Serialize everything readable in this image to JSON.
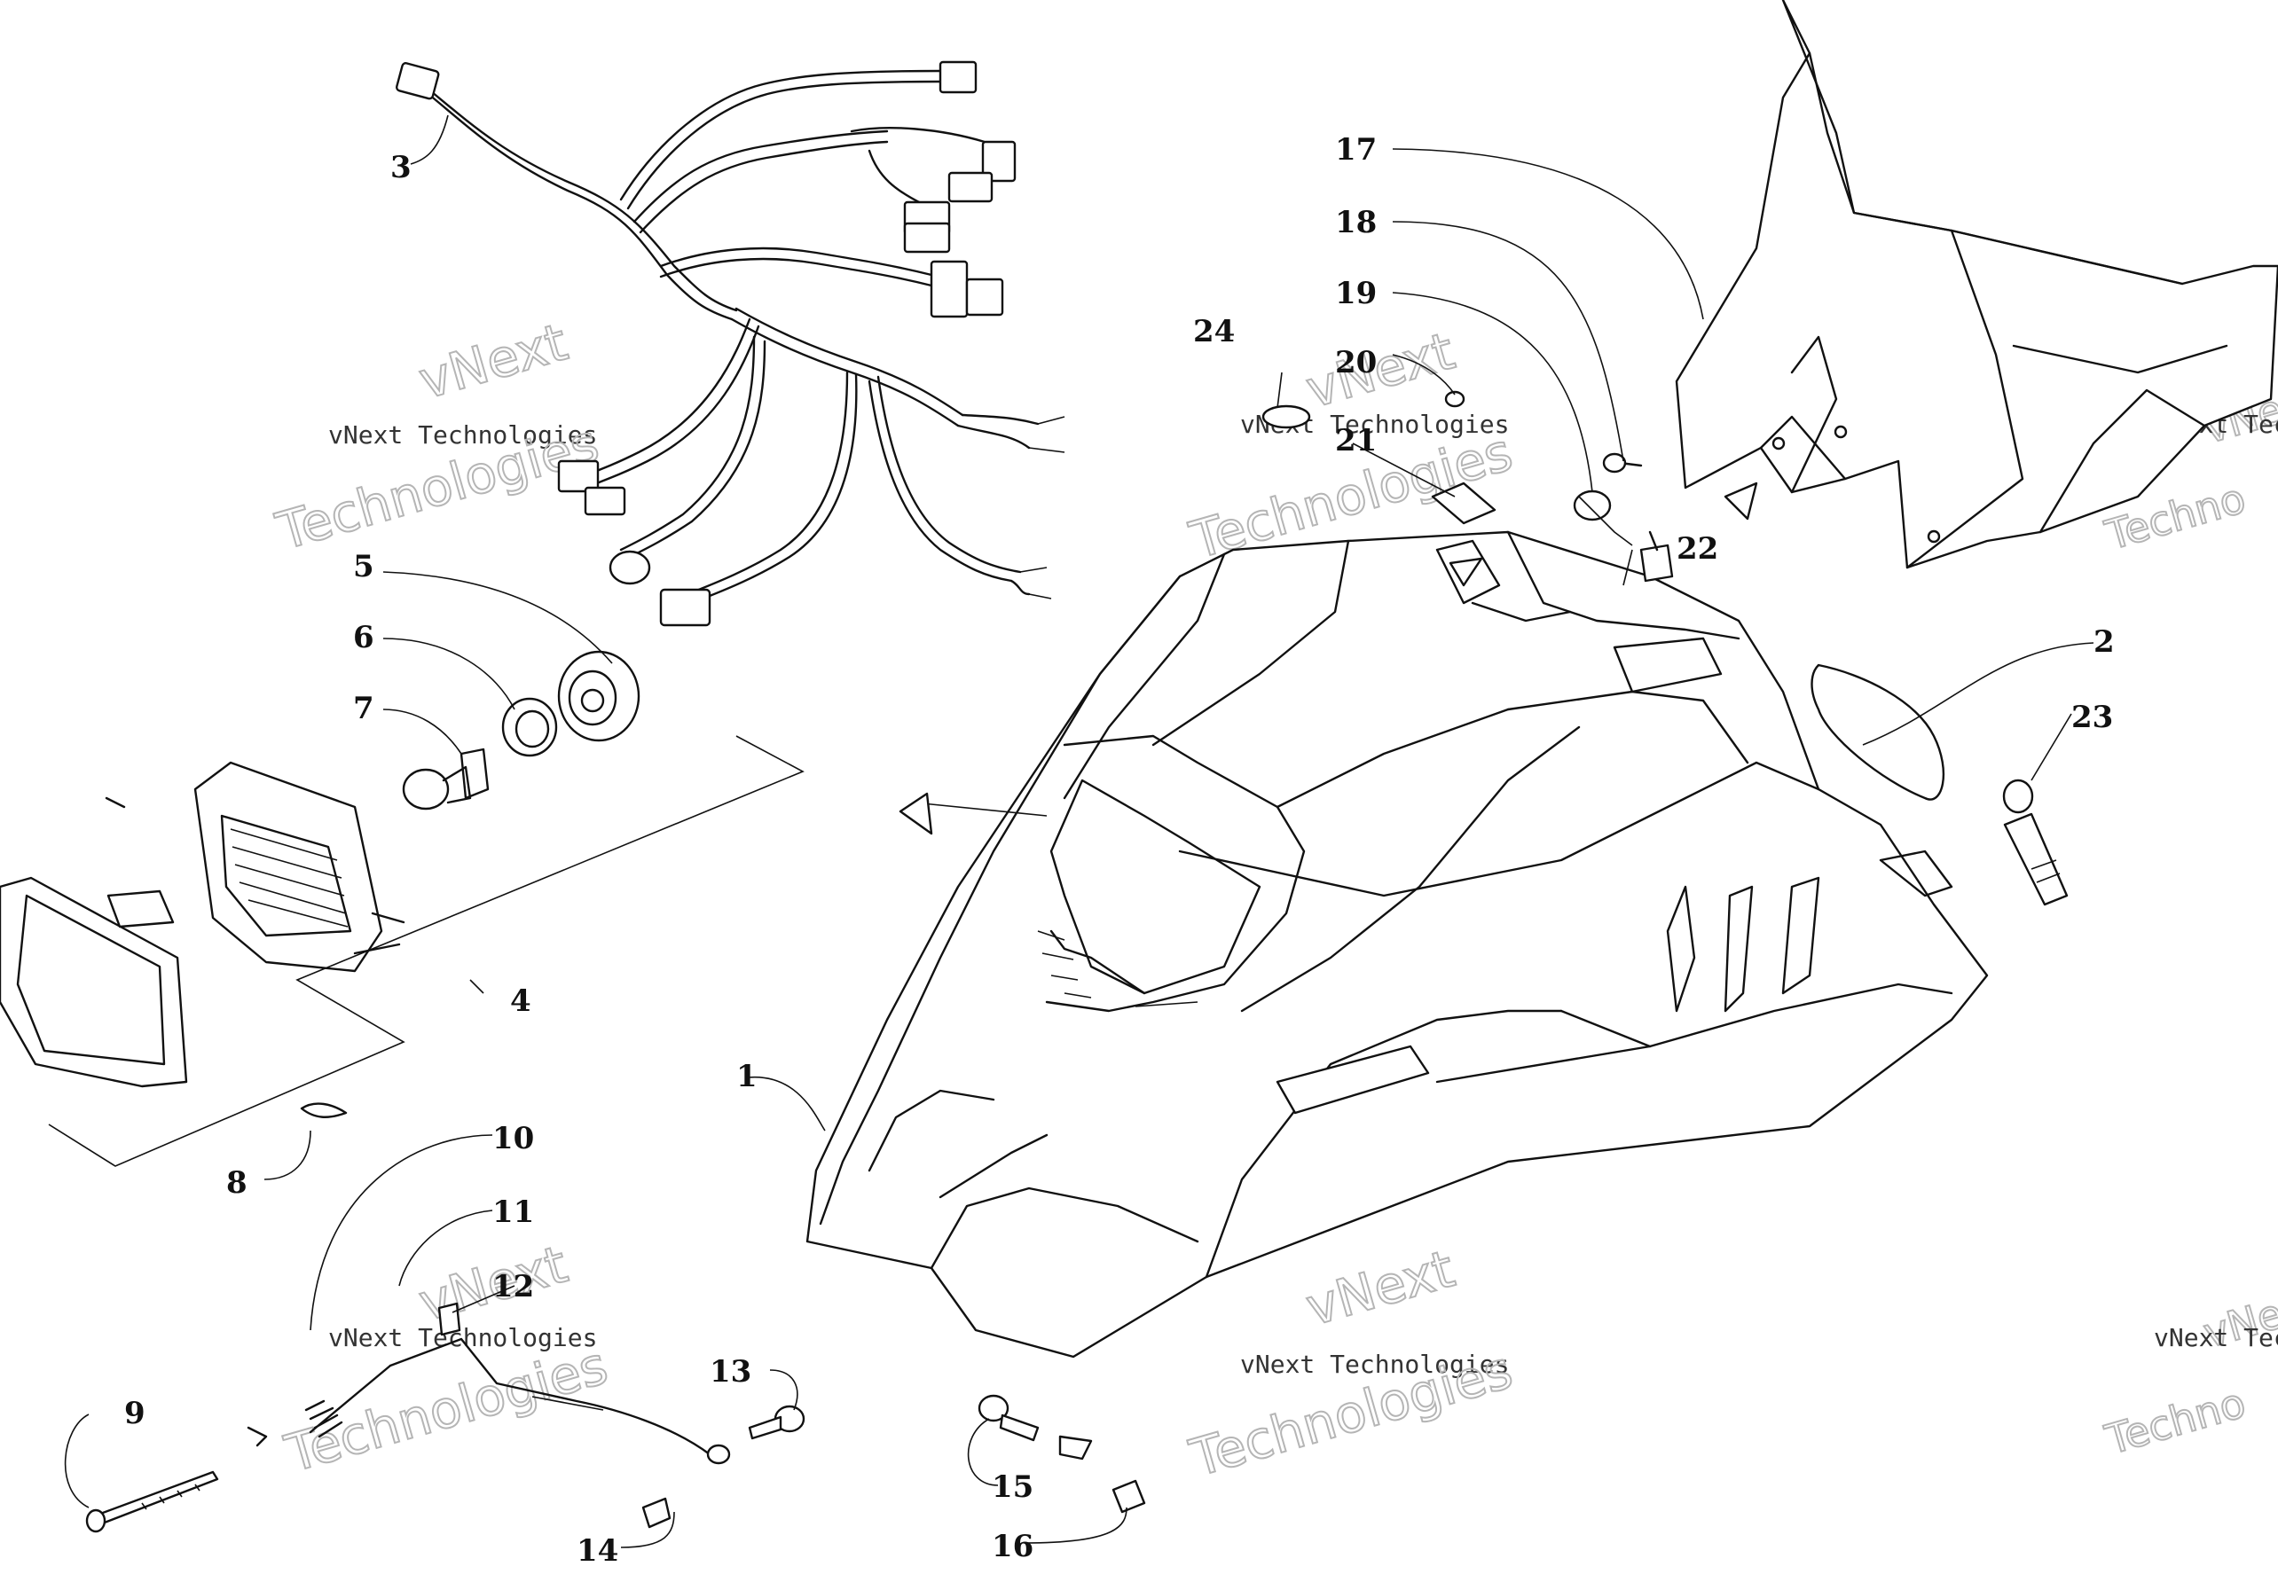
{
  "watermark": {
    "line1": "vNext",
    "line2": "vNext Technologies",
    "line3": "Technologies",
    "line3_cut": "Techno"
  },
  "callouts": [
    "1",
    "2",
    "3",
    "4",
    "5",
    "6",
    "7",
    "8",
    "9",
    "10",
    "11",
    "12",
    "13",
    "14",
    "15",
    "16",
    "17",
    "18",
    "19",
    "20",
    "21",
    "22",
    "23",
    "24"
  ],
  "parts": [
    {
      "id": "hood",
      "icon": "hood-icon"
    },
    {
      "id": "wiring-harness",
      "icon": "wiring-harness-icon"
    },
    {
      "id": "headlight-assembly",
      "icon": "headlight-icon"
    },
    {
      "id": "bulb-cap",
      "icon": "bulb-cap-icon"
    },
    {
      "id": "retainer-ring",
      "icon": "retainer-ring-icon"
    },
    {
      "id": "bulb",
      "icon": "bulb-icon"
    },
    {
      "id": "windshield",
      "icon": "windshield-icon"
    },
    {
      "id": "decal",
      "icon": "decal-icon"
    },
    {
      "id": "switch",
      "icon": "toggle-switch-icon"
    },
    {
      "id": "handle",
      "icon": "handle-icon"
    },
    {
      "id": "screw",
      "icon": "screw-icon"
    },
    {
      "id": "spring",
      "icon": "spring-icon"
    },
    {
      "id": "cable",
      "icon": "cable-icon"
    },
    {
      "id": "nut",
      "icon": "nut-icon"
    },
    {
      "id": "bolt",
      "icon": "bolt-icon"
    },
    {
      "id": "grommet",
      "icon": "grommet-icon"
    },
    {
      "id": "plug",
      "icon": "plug-icon"
    }
  ]
}
